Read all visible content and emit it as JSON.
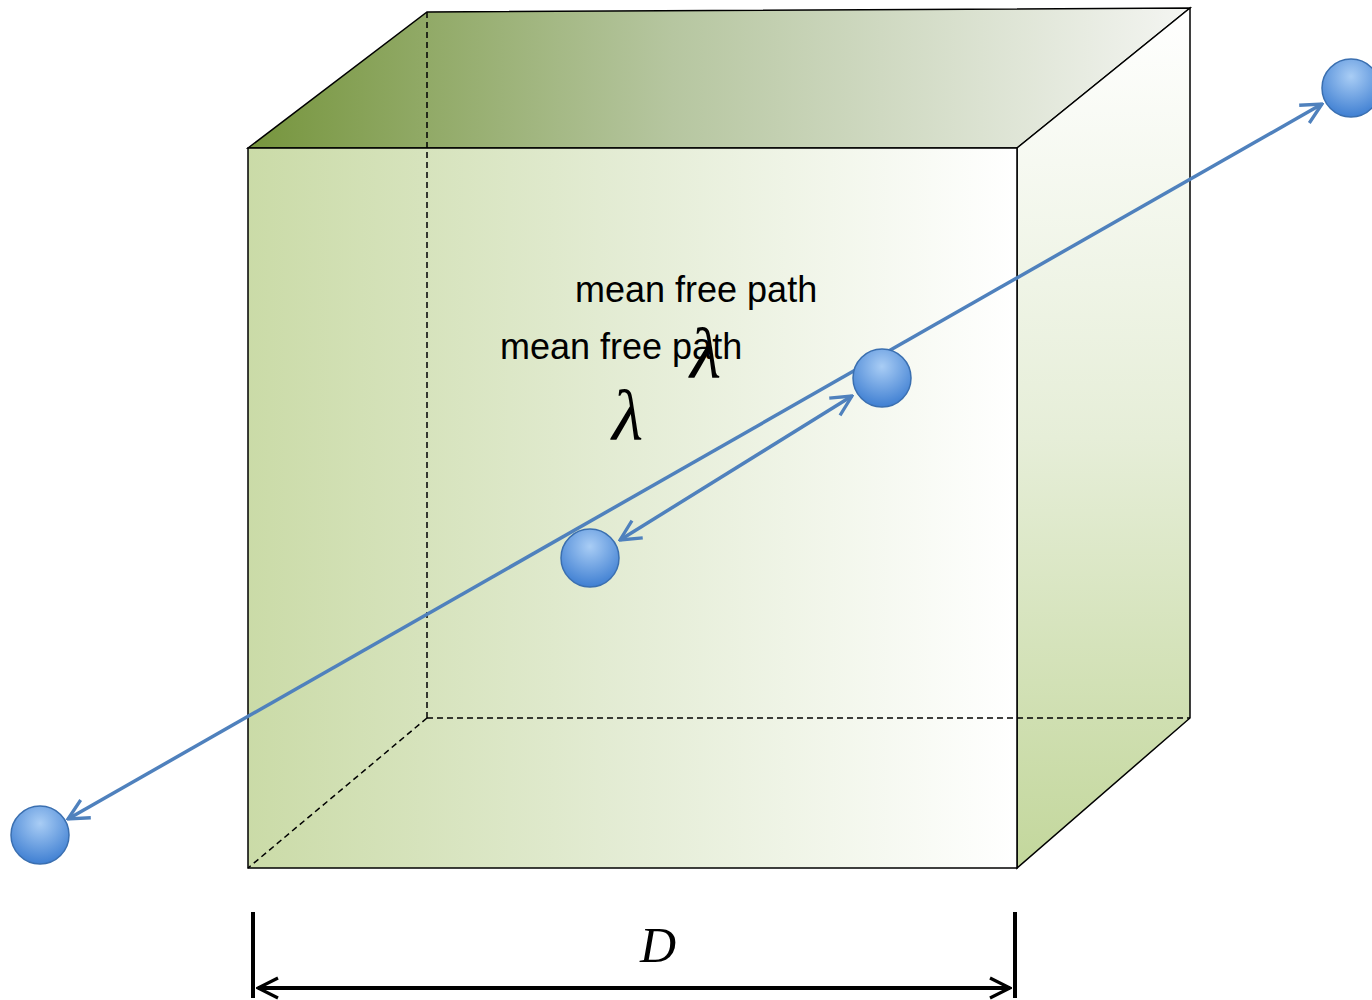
{
  "diagram": {
    "labels": [
      "mean free path",
      "λ",
      "mean free path",
      "λ",
      "D"
    ]
  }
}
